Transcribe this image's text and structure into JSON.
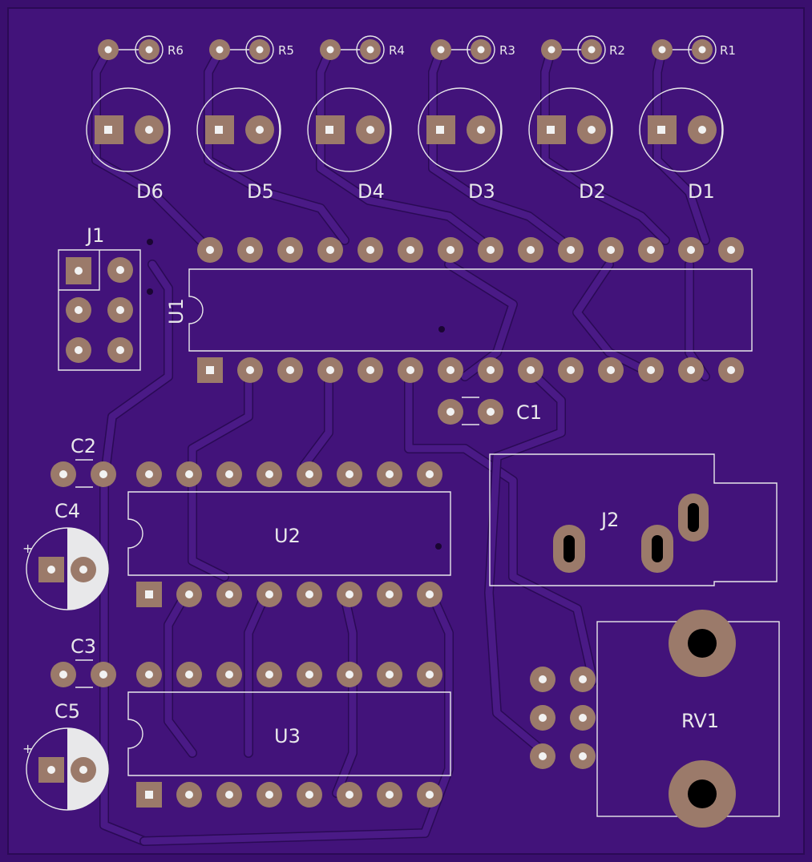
{
  "colors": {
    "board": "#3a0f6e",
    "copper_pour": "#4a1a86",
    "pad": "#9b7a6a",
    "silkscreen": "#e8e8ea",
    "via": "#1a0533"
  },
  "labels": {
    "R1": "R1",
    "R2": "R2",
    "R3": "R3",
    "R4": "R4",
    "R5": "R5",
    "R6": "R6",
    "D1": "D1",
    "D2": "D2",
    "D3": "D3",
    "D4": "D4",
    "D5": "D5",
    "D6": "D6",
    "J1": "J1",
    "J2": "J2",
    "U1": "U1",
    "U2": "U2",
    "U3": "U3",
    "C1": "C1",
    "C2": "C2",
    "C3": "C3",
    "C4": "C4",
    "C5": "C5",
    "RV1": "RV1",
    "plus": "+"
  }
}
